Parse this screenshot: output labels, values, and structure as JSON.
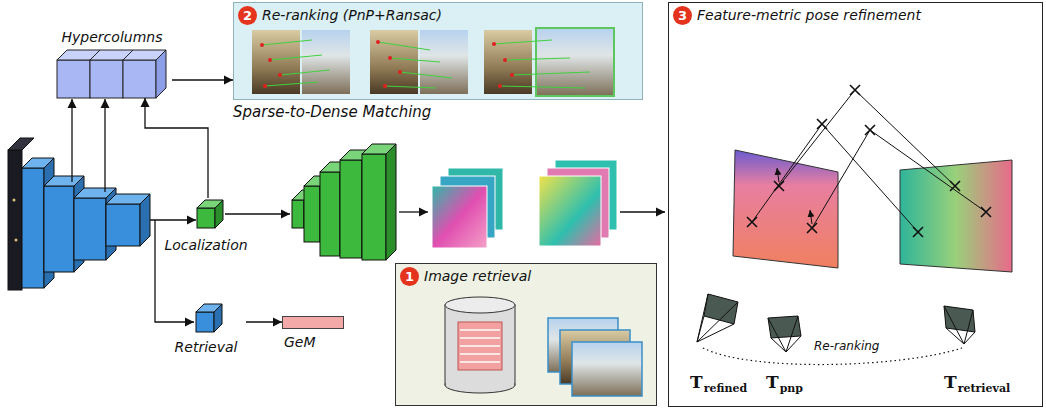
{
  "diagram": {
    "nodes": [
      {
        "text": [
          "Hypercolumns"
        ]
      },
      {
        "text": [
          "2",
          "Re-ranking (PnP+Ransac)"
        ]
      },
      {
        "text": [
          "Localization"
        ]
      },
      {
        "text": [
          "Retrieval"
        ]
      },
      {
        "text": [
          "GeM"
        ]
      },
      {
        "text": [
          "1",
          "Image retrieval"
        ]
      },
      {
        "text": [
          "3",
          "Feature-metric pose refinement"
        ]
      }
    ],
    "edges": [
      {
        "from": 0,
        "to": 1,
        "arrow": "to"
      },
      {
        "from": 2,
        "to": 0,
        "arrow": "to"
      },
      {
        "from": 3,
        "to": 4,
        "arrow": "to"
      }
    ],
    "labels": [
      "Sparse-to-Dense Matching",
      "Re-ranking",
      "T",
      "refined",
      "T",
      "pnp",
      "T",
      "retrieval"
    ]
  }
}
